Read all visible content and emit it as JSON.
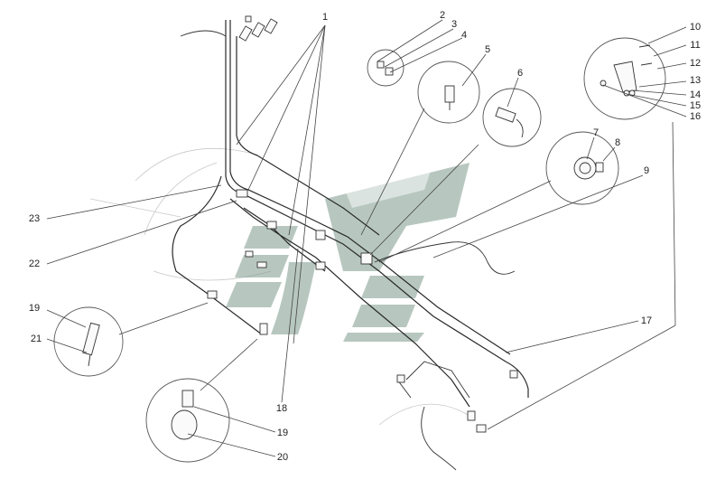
{
  "callouts": {
    "c1": "1",
    "c2": "2",
    "c3": "3",
    "c4": "4",
    "c5": "5",
    "c6": "6",
    "c7": "7",
    "c8": "8",
    "c9": "9",
    "c10": "10",
    "c11": "11",
    "c12": "12",
    "c13": "13",
    "c14": "14",
    "c15": "15",
    "c16": "16",
    "c17": "17",
    "c18": "18",
    "c19a": "19",
    "c19b": "19",
    "c20": "20",
    "c21": "21",
    "c22": "22",
    "c23": "23"
  },
  "watermark": {
    "color": "#7d9a8e"
  }
}
